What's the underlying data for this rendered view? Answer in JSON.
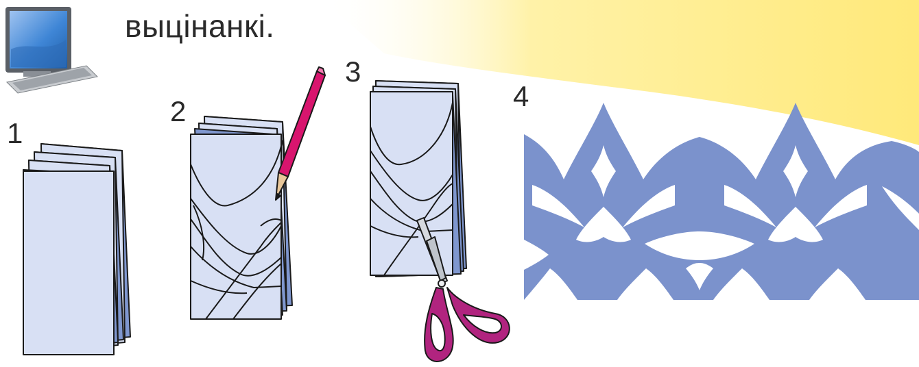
{
  "heading": {
    "line1": "",
    "line2": "выцінанкі."
  },
  "steps": {
    "step1": "1",
    "step2": "2",
    "step3": "3",
    "step4": "4"
  },
  "colors": {
    "banner": "#ffec7a",
    "paper_front": "#d8e0f4",
    "paper_back": "#7f97cf",
    "ornament": "#7b92cc",
    "pencil": "#d8156e",
    "scissors": "#b1247f"
  },
  "icons": {
    "computer": "computer-icon",
    "pencil": "pencil-icon",
    "scissors": "scissors-icon"
  }
}
